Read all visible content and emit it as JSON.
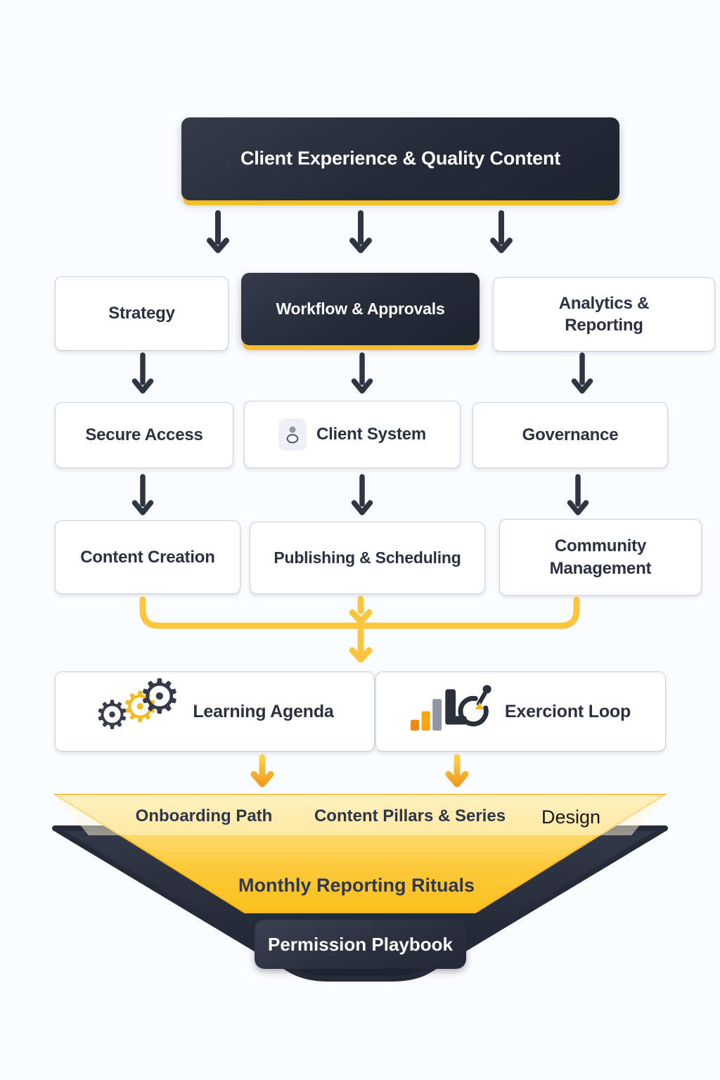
{
  "colors": {
    "accent_yellow": "#f8bd2a",
    "connector_yellow": "#fcc53c",
    "dark_navy": "#262b38",
    "text_dark": "#2b3140",
    "box_border": "#c9cfdb"
  },
  "title_box": {
    "label": "Client Experience & Quality Content"
  },
  "l2": [
    {
      "label": "Strategy",
      "variant": "light"
    },
    {
      "label": "Workflow & Approvals",
      "variant": "dark"
    },
    {
      "label": "Analytics & Reporting",
      "variant": "light"
    }
  ],
  "l3": [
    {
      "label": "Secure Access"
    },
    {
      "label": "Client System",
      "icon": "user-icon"
    },
    {
      "label": "Governance"
    }
  ],
  "l4": [
    {
      "label": "Content Creation"
    },
    {
      "label": "Publishing & Scheduling"
    },
    {
      "label": "Community Management"
    }
  ],
  "l5": [
    {
      "label": "Learning Agenda",
      "icon": "gears-icon"
    },
    {
      "label": "Exerciont Loop",
      "icon": "growth-loop-icon"
    }
  ],
  "funnel": {
    "tier1": [
      "Onboarding Path",
      "Content Pillars & Series",
      "Design"
    ],
    "tier2": "Monthly Reporting Rituals",
    "tier3": "Permission Playbook"
  }
}
